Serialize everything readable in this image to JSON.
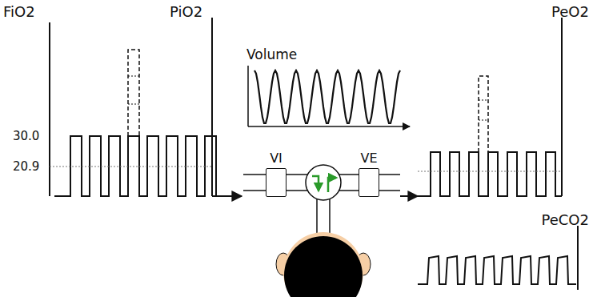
{
  "diagram": {
    "nodes": [
      {
        "text": [
          "VI"
        ]
      },
      {
        "text": [
          "VE"
        ]
      }
    ],
    "labels": [
      "FiO2",
      "PiO2",
      "30.0",
      "20.9",
      "Volume",
      "PeO2",
      "PeCO2"
    ]
  }
}
